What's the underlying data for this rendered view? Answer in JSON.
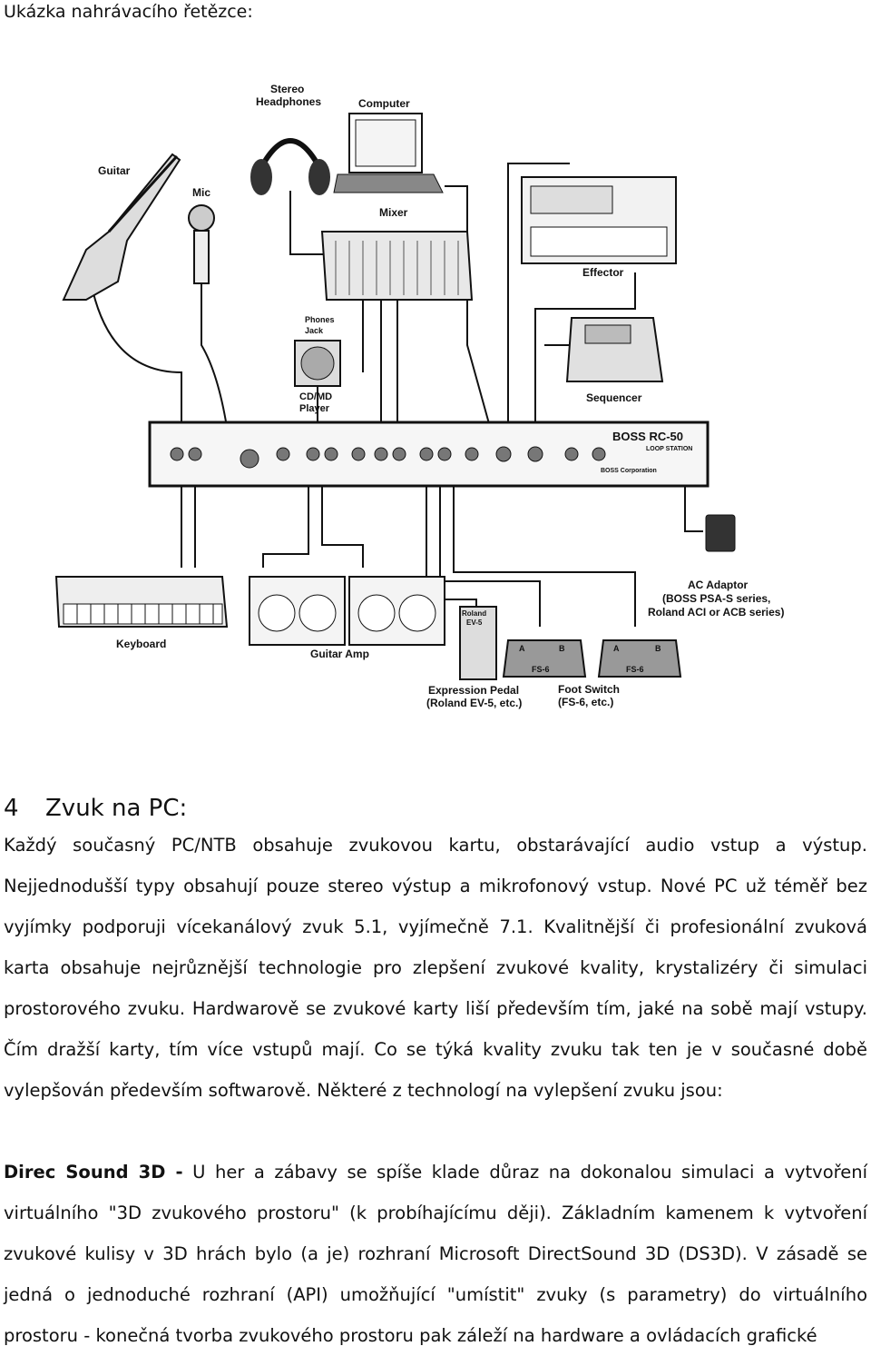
{
  "caption": "Ukázka nahrávacího řetězce:",
  "diagram": {
    "labels": {
      "stereo_headphones_1": "Stereo",
      "stereo_headphones_2": "Headphones",
      "computer": "Computer",
      "guitar": "Guitar",
      "mic": "Mic",
      "mixer": "Mixer",
      "effector": "Effector",
      "phones_jack_1": "Phones",
      "phones_jack_2": "Jack",
      "cd_md_player_1": "CD/MD",
      "cd_md_player_2": "Player",
      "sequencer": "Sequencer",
      "boss_brand": "BOSS RC-50",
      "loop_station": "LOOP STATION",
      "boss_corp": "BOSS Corporation",
      "ac_adaptor_1": "AC Adaptor",
      "ac_adaptor_2": "(BOSS PSA-S series,",
      "ac_adaptor_3": "Roland ACI or ACB series)",
      "keyboard": "Keyboard",
      "guitar_amp": "Guitar Amp",
      "roland_pedal": "Roland",
      "ev5": "EV-5",
      "expression_pedal_1": "Expression Pedal",
      "expression_pedal_2": "(Roland EV-5, etc.)",
      "foot_switch_1": "Foot Switch",
      "foot_switch_2": "(FS-6, etc.)",
      "fs6": "FS-6",
      "fs_a": "A",
      "fs_b": "B"
    }
  },
  "section": {
    "number": "4",
    "title": "Zvuk na PC:"
  },
  "paragraph1": "Každý současný  PC/NTB obsahuje zvukovou kartu, obstarávající audio vstup a výstup. Nejjednodušší typy obsahují pouze stereo výstup a mikrofonový vstup. Nové PC už téměř bez vyjímky podporuji vícekanálový zvuk 5.1, vyjímečně 7.1. Kvalitnější či profesionální zvuková karta obsahuje nejrůznější technologie pro zlepšení zvukové kvality, krystalizéry či simulaci prostorového zvuku. Hardwarově se zvukové karty liší především tím, jaké na sobě mají vstupy. Čím dražší karty, tím více vstupů mají. Co se týká kvality zvuku tak ten je v současné době vylepšován především softwarově. Některé z technologí na vylepšení zvuku jsou:",
  "paragraph2": {
    "term": "Direc Sound 3D -",
    "text": " U her a zábavy se spíše klade důraz na dokonalou simulaci a vytvoření virtuálního \"3D zvukového prostoru\" (k probíhajícímu ději). Základním kamenem k vytvoření zvukové kulisy v 3D hrách bylo (a je) rozhraní Microsoft DirectSound 3D (DS3D). V zásadě se jedná o jednoduché rozhraní (API) umožňující \"umístit\" zvuky (s parametry) do virtuálního prostoru - konečná tvorba zvukového prostoru pak záleží na hardware a ovládacích grafické"
  }
}
